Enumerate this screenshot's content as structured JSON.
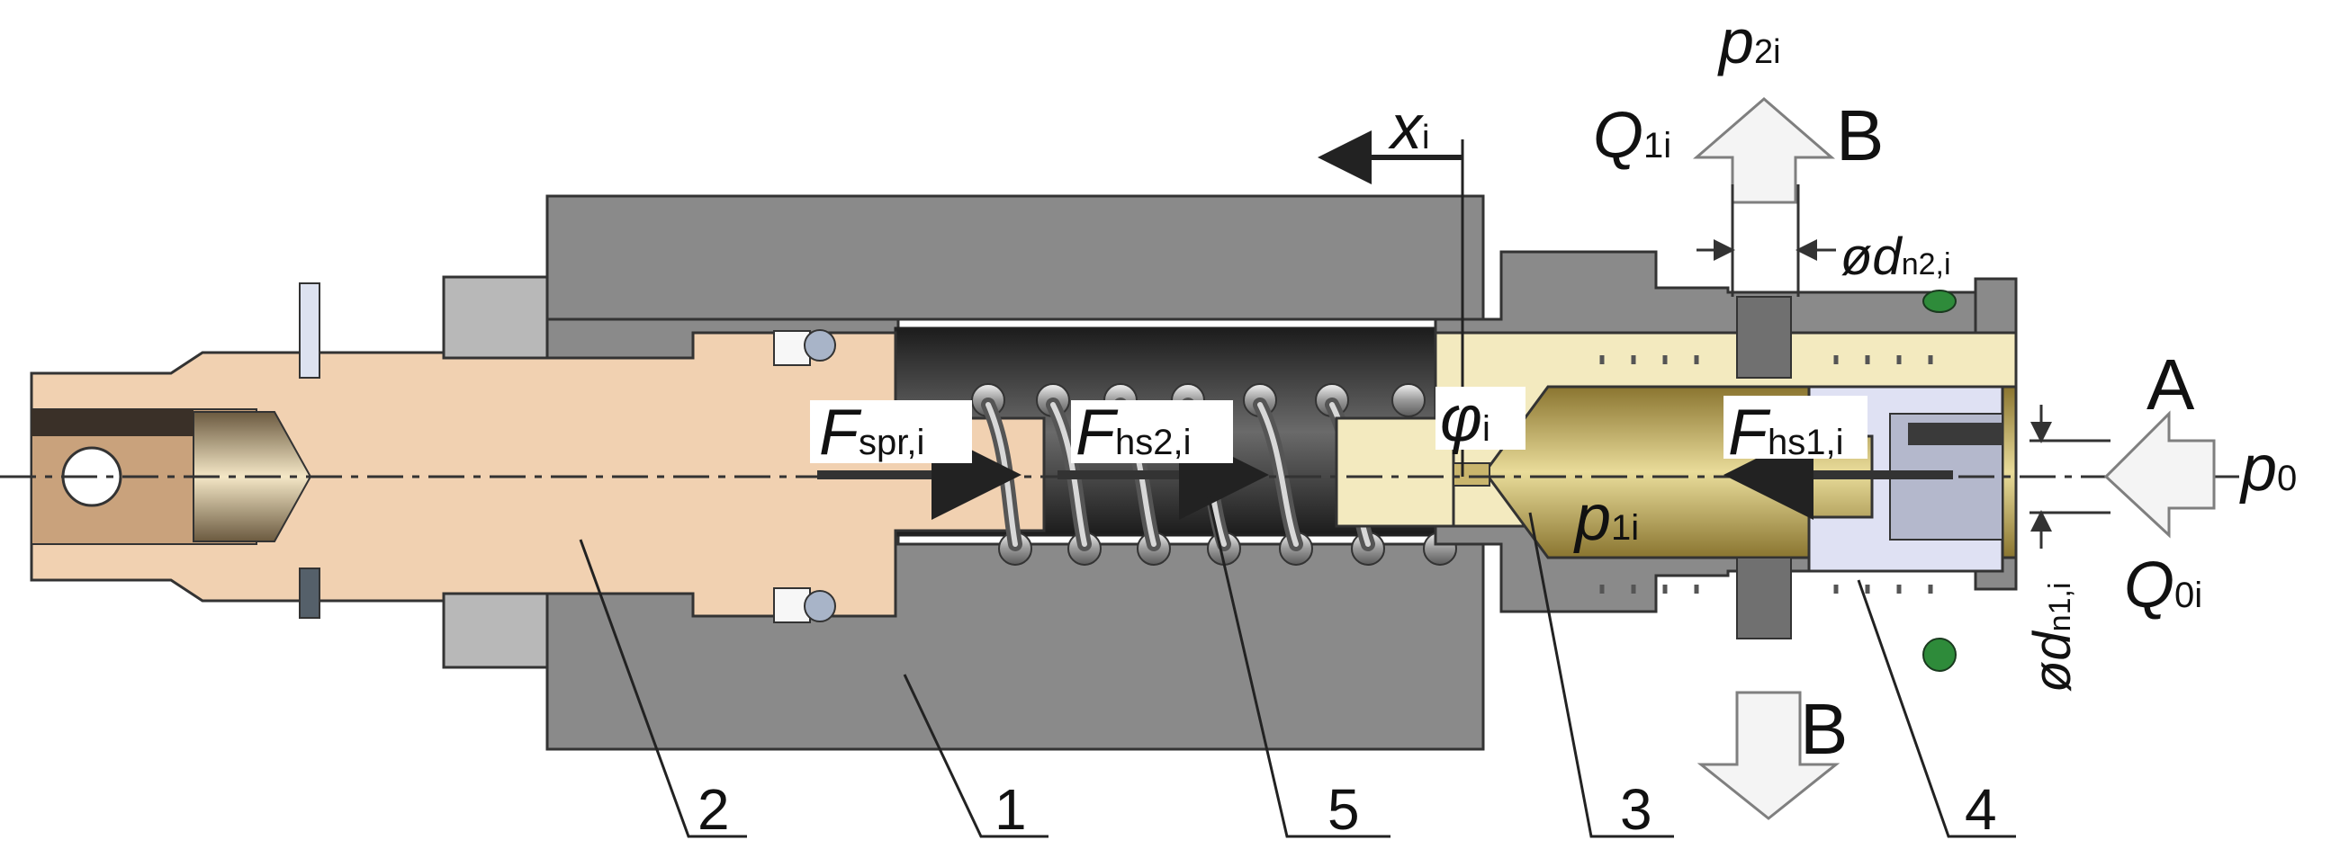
{
  "colors": {
    "housing": "#8a8a8a",
    "housing_dark": "#5a5a5a",
    "bore": "#3c3c3c",
    "piston": "#f1d1b1",
    "spool": "#f3eabf",
    "spool_cavity": "#c9b56d",
    "seat": "#dfe1f3",
    "seal": "#2e8b3a",
    "arrow_fill": "#f4f4f4",
    "arrow_stroke": "#7f7f7f"
  },
  "labels": {
    "x": {
      "main": "x",
      "sub": "i"
    },
    "p2": {
      "main": "p",
      "sub": "2i"
    },
    "q1": {
      "main": "Q",
      "sub": "1i"
    },
    "b_top": "B",
    "b_bottom": "B",
    "a": "A",
    "p0": {
      "main": "p",
      "sub": "0"
    },
    "q0": {
      "main": "Q",
      "sub": "0i"
    },
    "dn2": {
      "prefix": "ød",
      "sub": "n2,i"
    },
    "dn1": {
      "prefix": "ød",
      "sub": "n1,i"
    },
    "fspr": {
      "main": "F",
      "sub": "spr,i"
    },
    "fhs2": {
      "main": "F",
      "sub": "hs2,i"
    },
    "phi": {
      "main": "φ",
      "sub": "i"
    },
    "fhs1": {
      "main": "F",
      "sub": "hs1,i"
    },
    "p1": {
      "main": "p",
      "sub": "1i"
    }
  },
  "part_numbers": [
    "2",
    "1",
    "5",
    "3",
    "4"
  ]
}
